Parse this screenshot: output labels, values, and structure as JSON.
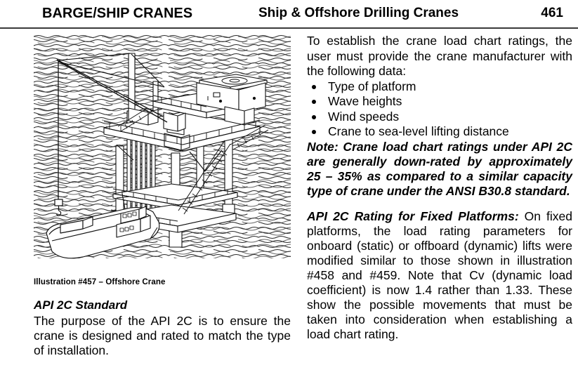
{
  "header": {
    "left_title": "BARGE/SHIP CRANES",
    "center_title": "Ship & Offshore Drilling Cranes",
    "page_number": "461"
  },
  "left_column": {
    "illustration": {
      "alt_name": "offshore-platform-crane-line-drawing",
      "elements": [
        "sea waves",
        "fixed offshore platform",
        "pedestal crane with boom and hook",
        "helideck",
        "supply boat",
        "platform legs",
        "stairways and railings"
      ],
      "caption": "Illustration #457 – Offshore Crane"
    },
    "section_heading": "API 2C Standard",
    "paragraph": "The purpose of the API 2C is to ensure the crane is designed and rated to match the type of installation."
  },
  "right_column": {
    "intro": "To establish the crane load chart ratings, the user must provide the crane manufacturer with the following data:",
    "bullets": [
      "Type of platform",
      "Wave heights",
      "Wind speeds",
      "Crane to sea-level lifting distance"
    ],
    "note": "Note: Crane load chart ratings under API 2C are generally down-rated by approximately 25 – 35% as compared to a similar capacity type of crane under the ANSI B30.8 standard.",
    "fixed_platforms": {
      "lead": "API 2C Rating for Fixed Platforms:",
      "text": " On fixed platforms, the load rating parameters for onboard (static) or offboard (dynamic) lifts were modified similar to those shown in illustration #458 and #459. Note that Cv (dynamic load coefficient) is now 1.4 rather than 1.33. These show the possible movements that must be taken into consideration when establishing a load chart rating."
    }
  },
  "colors": {
    "text": "#000000",
    "rule": "#3a3a3a",
    "page_background": "#ffffff",
    "line_art": "#1a1a1a"
  }
}
